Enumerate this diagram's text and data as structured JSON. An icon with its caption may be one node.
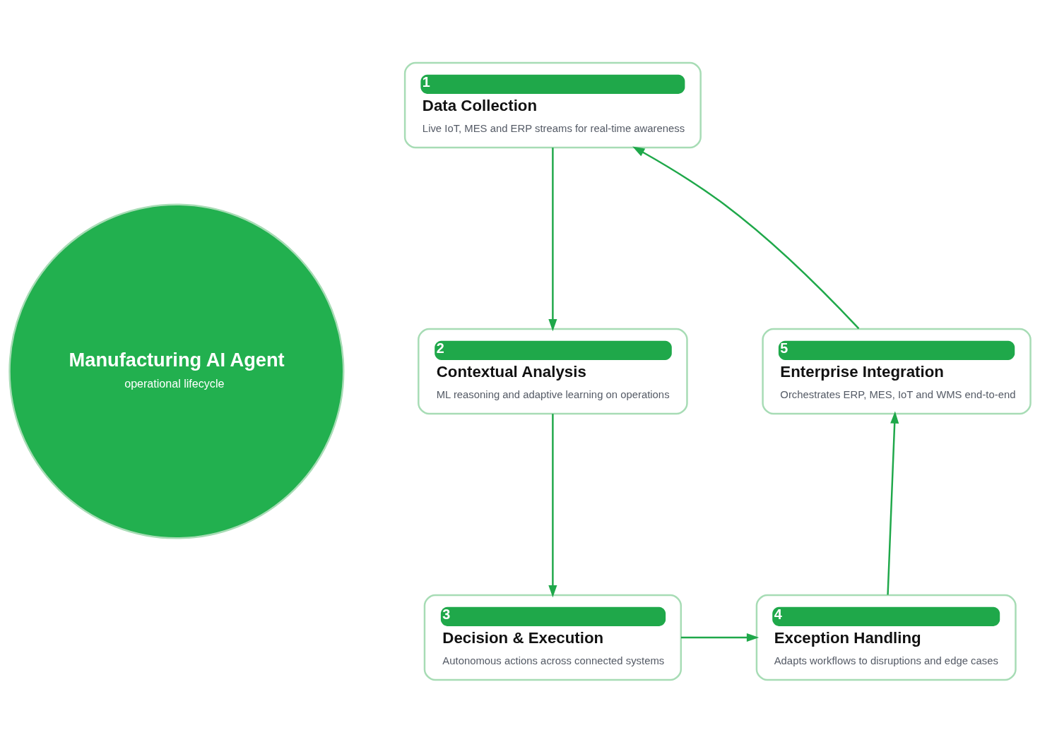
{
  "diagram": {
    "nodes": [
      {
        "text": [
          "Manufacturing AI Agent",
          "operational lifecycle"
        ]
      },
      {
        "text": [
          "1",
          "Data Collection",
          "Live IoT, MES and ERP streams for real-time awareness"
        ]
      },
      {
        "text": [
          "2",
          "Contextual Analysis",
          "ML reasoning and adaptive learning on operations"
        ]
      },
      {
        "text": [
          "3",
          "Decision & Execution",
          "Autonomous actions across connected systems"
        ]
      },
      {
        "text": [
          "4",
          "Exception Handling",
          "Adapts workflows to disruptions and edge cases"
        ]
      },
      {
        "text": [
          "5",
          "Enterprise Integration",
          "Orchestrates ERP, MES, IoT and WMS end-to-end"
        ]
      }
    ],
    "edges": [
      {
        "from": 1,
        "to": 2,
        "arrow": "to"
      },
      {
        "from": 2,
        "to": 3,
        "arrow": "to"
      },
      {
        "from": 3,
        "to": 4,
        "arrow": "to"
      },
      {
        "from": 4,
        "to": 5,
        "arrow": "to"
      },
      {
        "from": 5,
        "to": 1,
        "arrow": "to"
      }
    ]
  }
}
